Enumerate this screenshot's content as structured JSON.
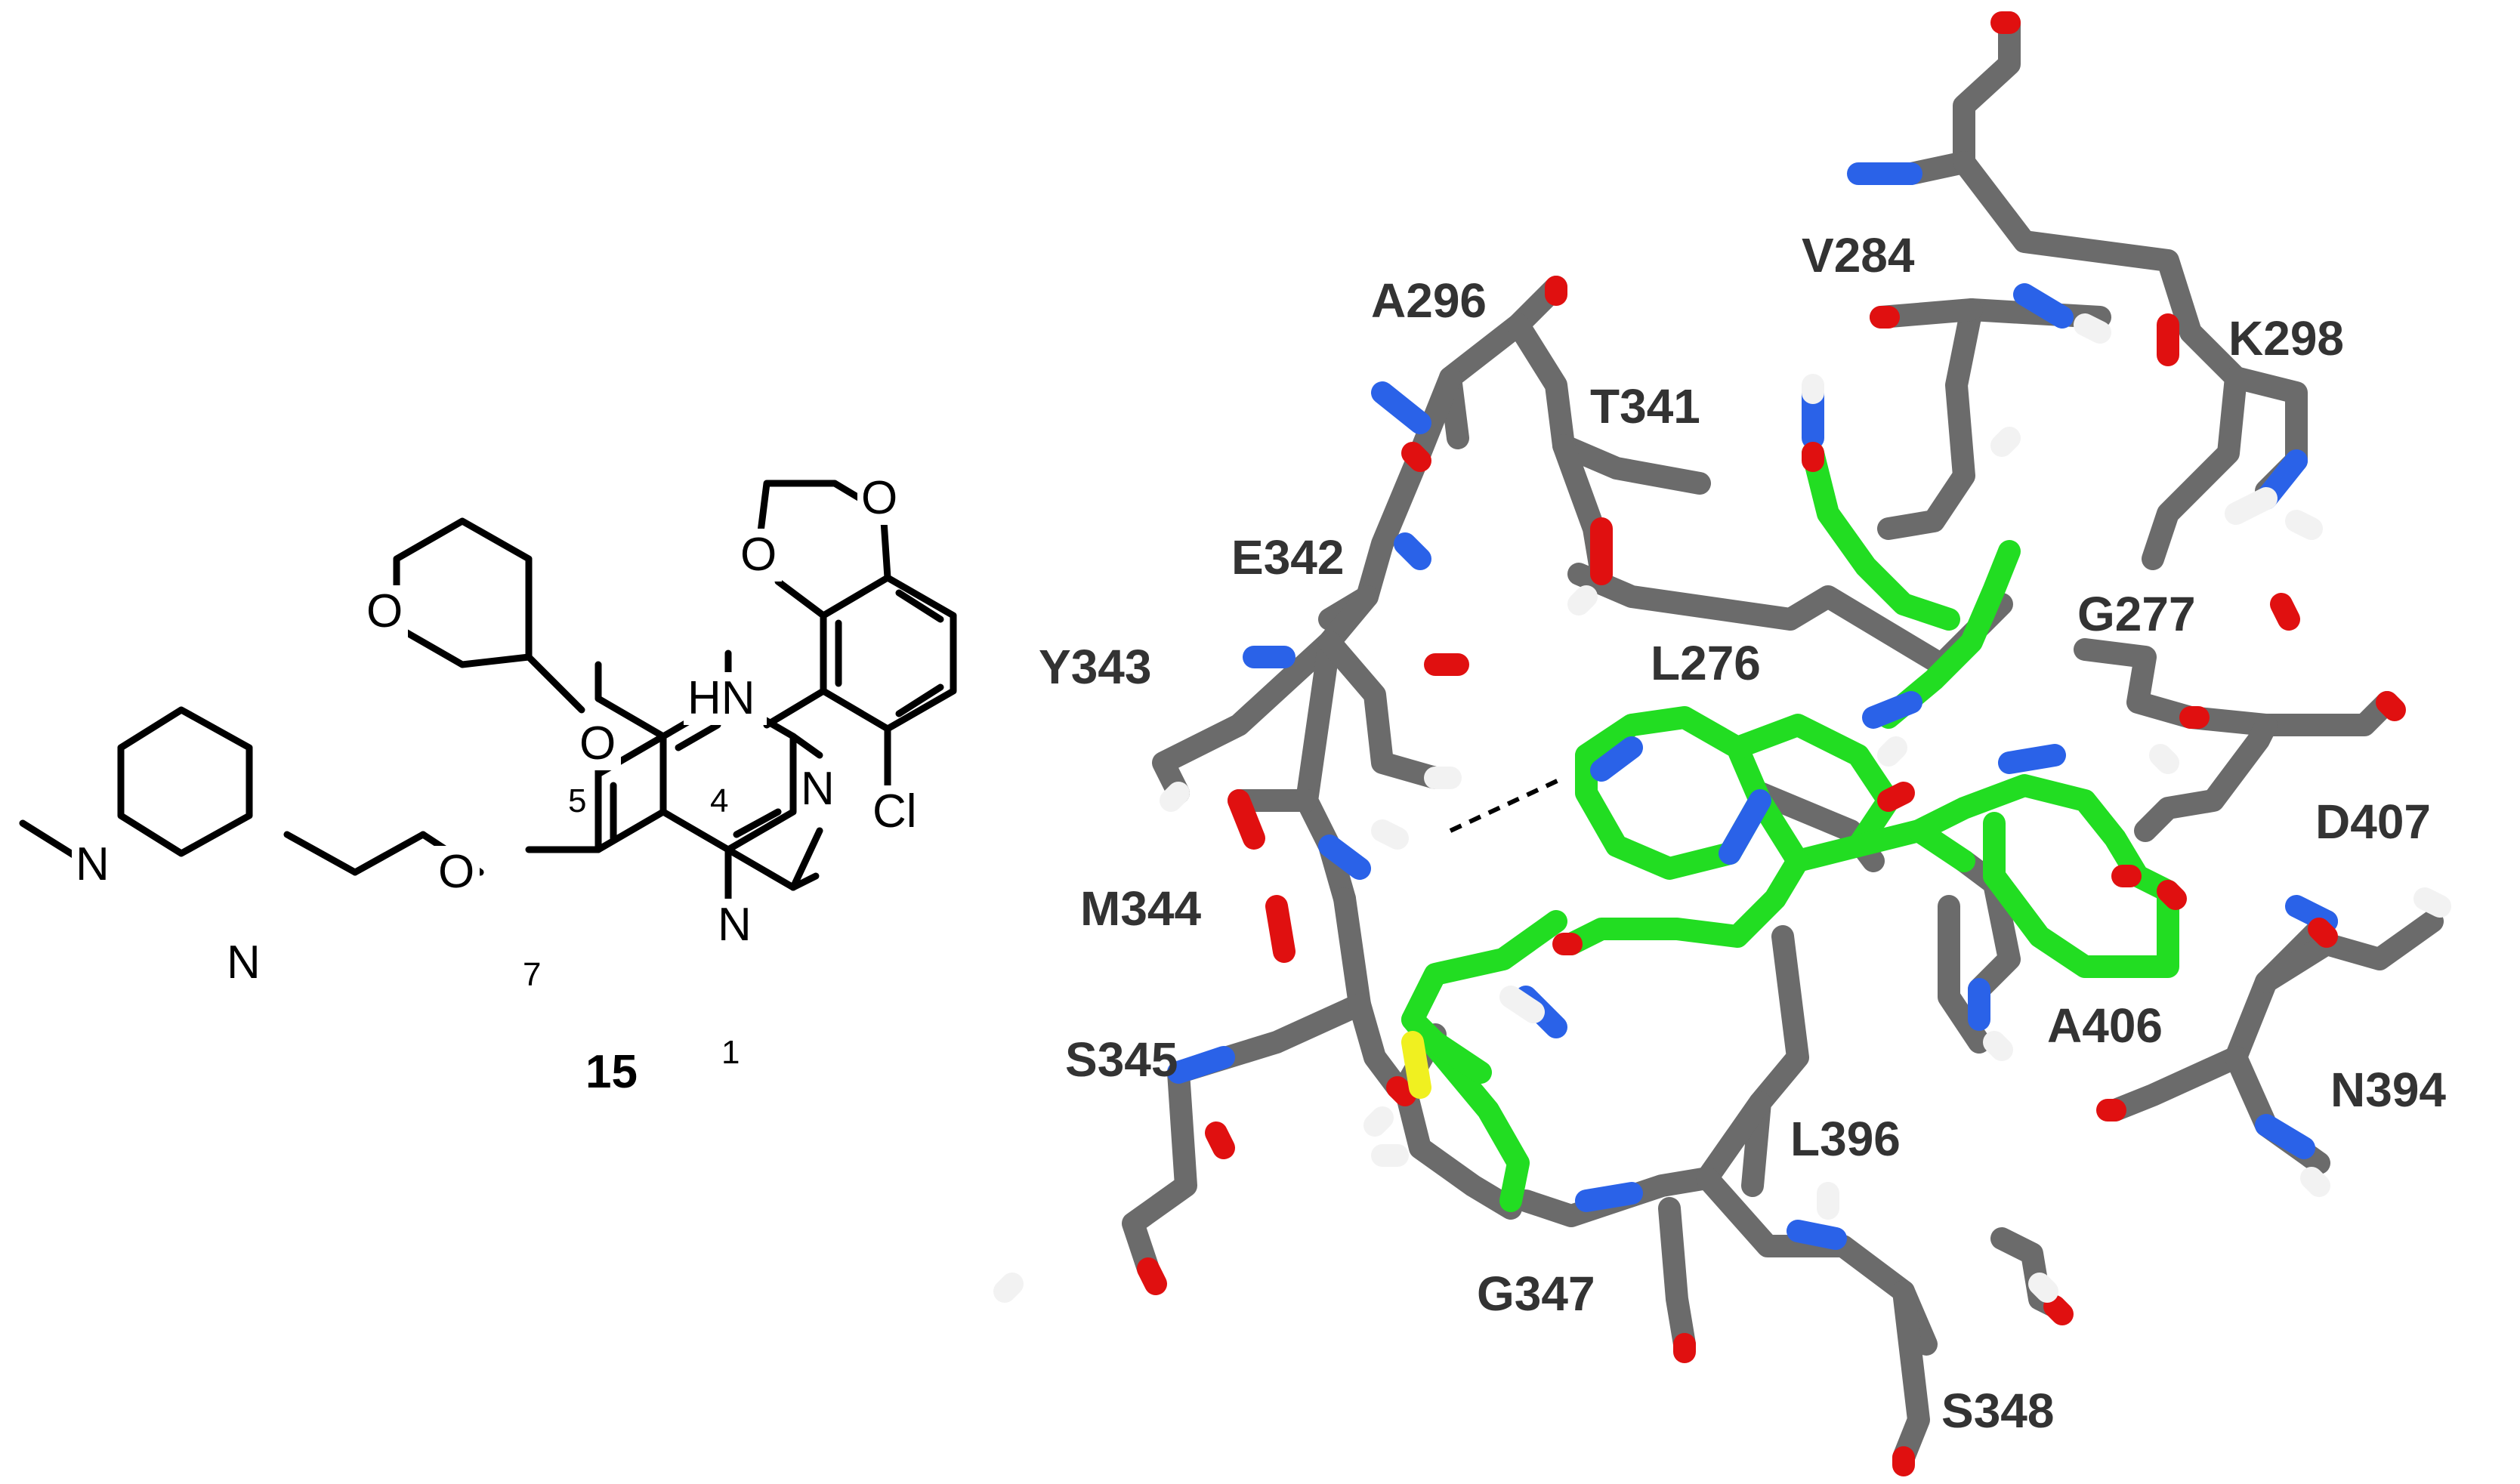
{
  "structure": {
    "compound_label": "15",
    "atoms": {
      "hn": "HN",
      "n3": "N",
      "n1": "N",
      "o5": "O",
      "o7": "O",
      "o_pyran": "O",
      "o_dioxole_1": "O",
      "o_dioxole_2": "O",
      "cl": "Cl",
      "n_pip_1": "N",
      "n_pip_2": "N"
    },
    "position_numbers": {
      "p1": "1",
      "p4": "4",
      "p5": "5",
      "p7": "7"
    }
  },
  "docking": {
    "residues": [
      "V284",
      "A296",
      "T341",
      "K298",
      "E342",
      "Y343",
      "L276",
      "G277",
      "D407",
      "M344",
      "A406",
      "N394",
      "S345",
      "L396",
      "G347",
      "S348"
    ]
  },
  "colors": {
    "carbon_protein": "#6b6b6b",
    "carbon_ligand": "#22dd22",
    "nitrogen": "#2a62e8",
    "oxygen": "#e01010",
    "hydrogen": "#f2f2f2",
    "sulfur": "#f0f020"
  }
}
